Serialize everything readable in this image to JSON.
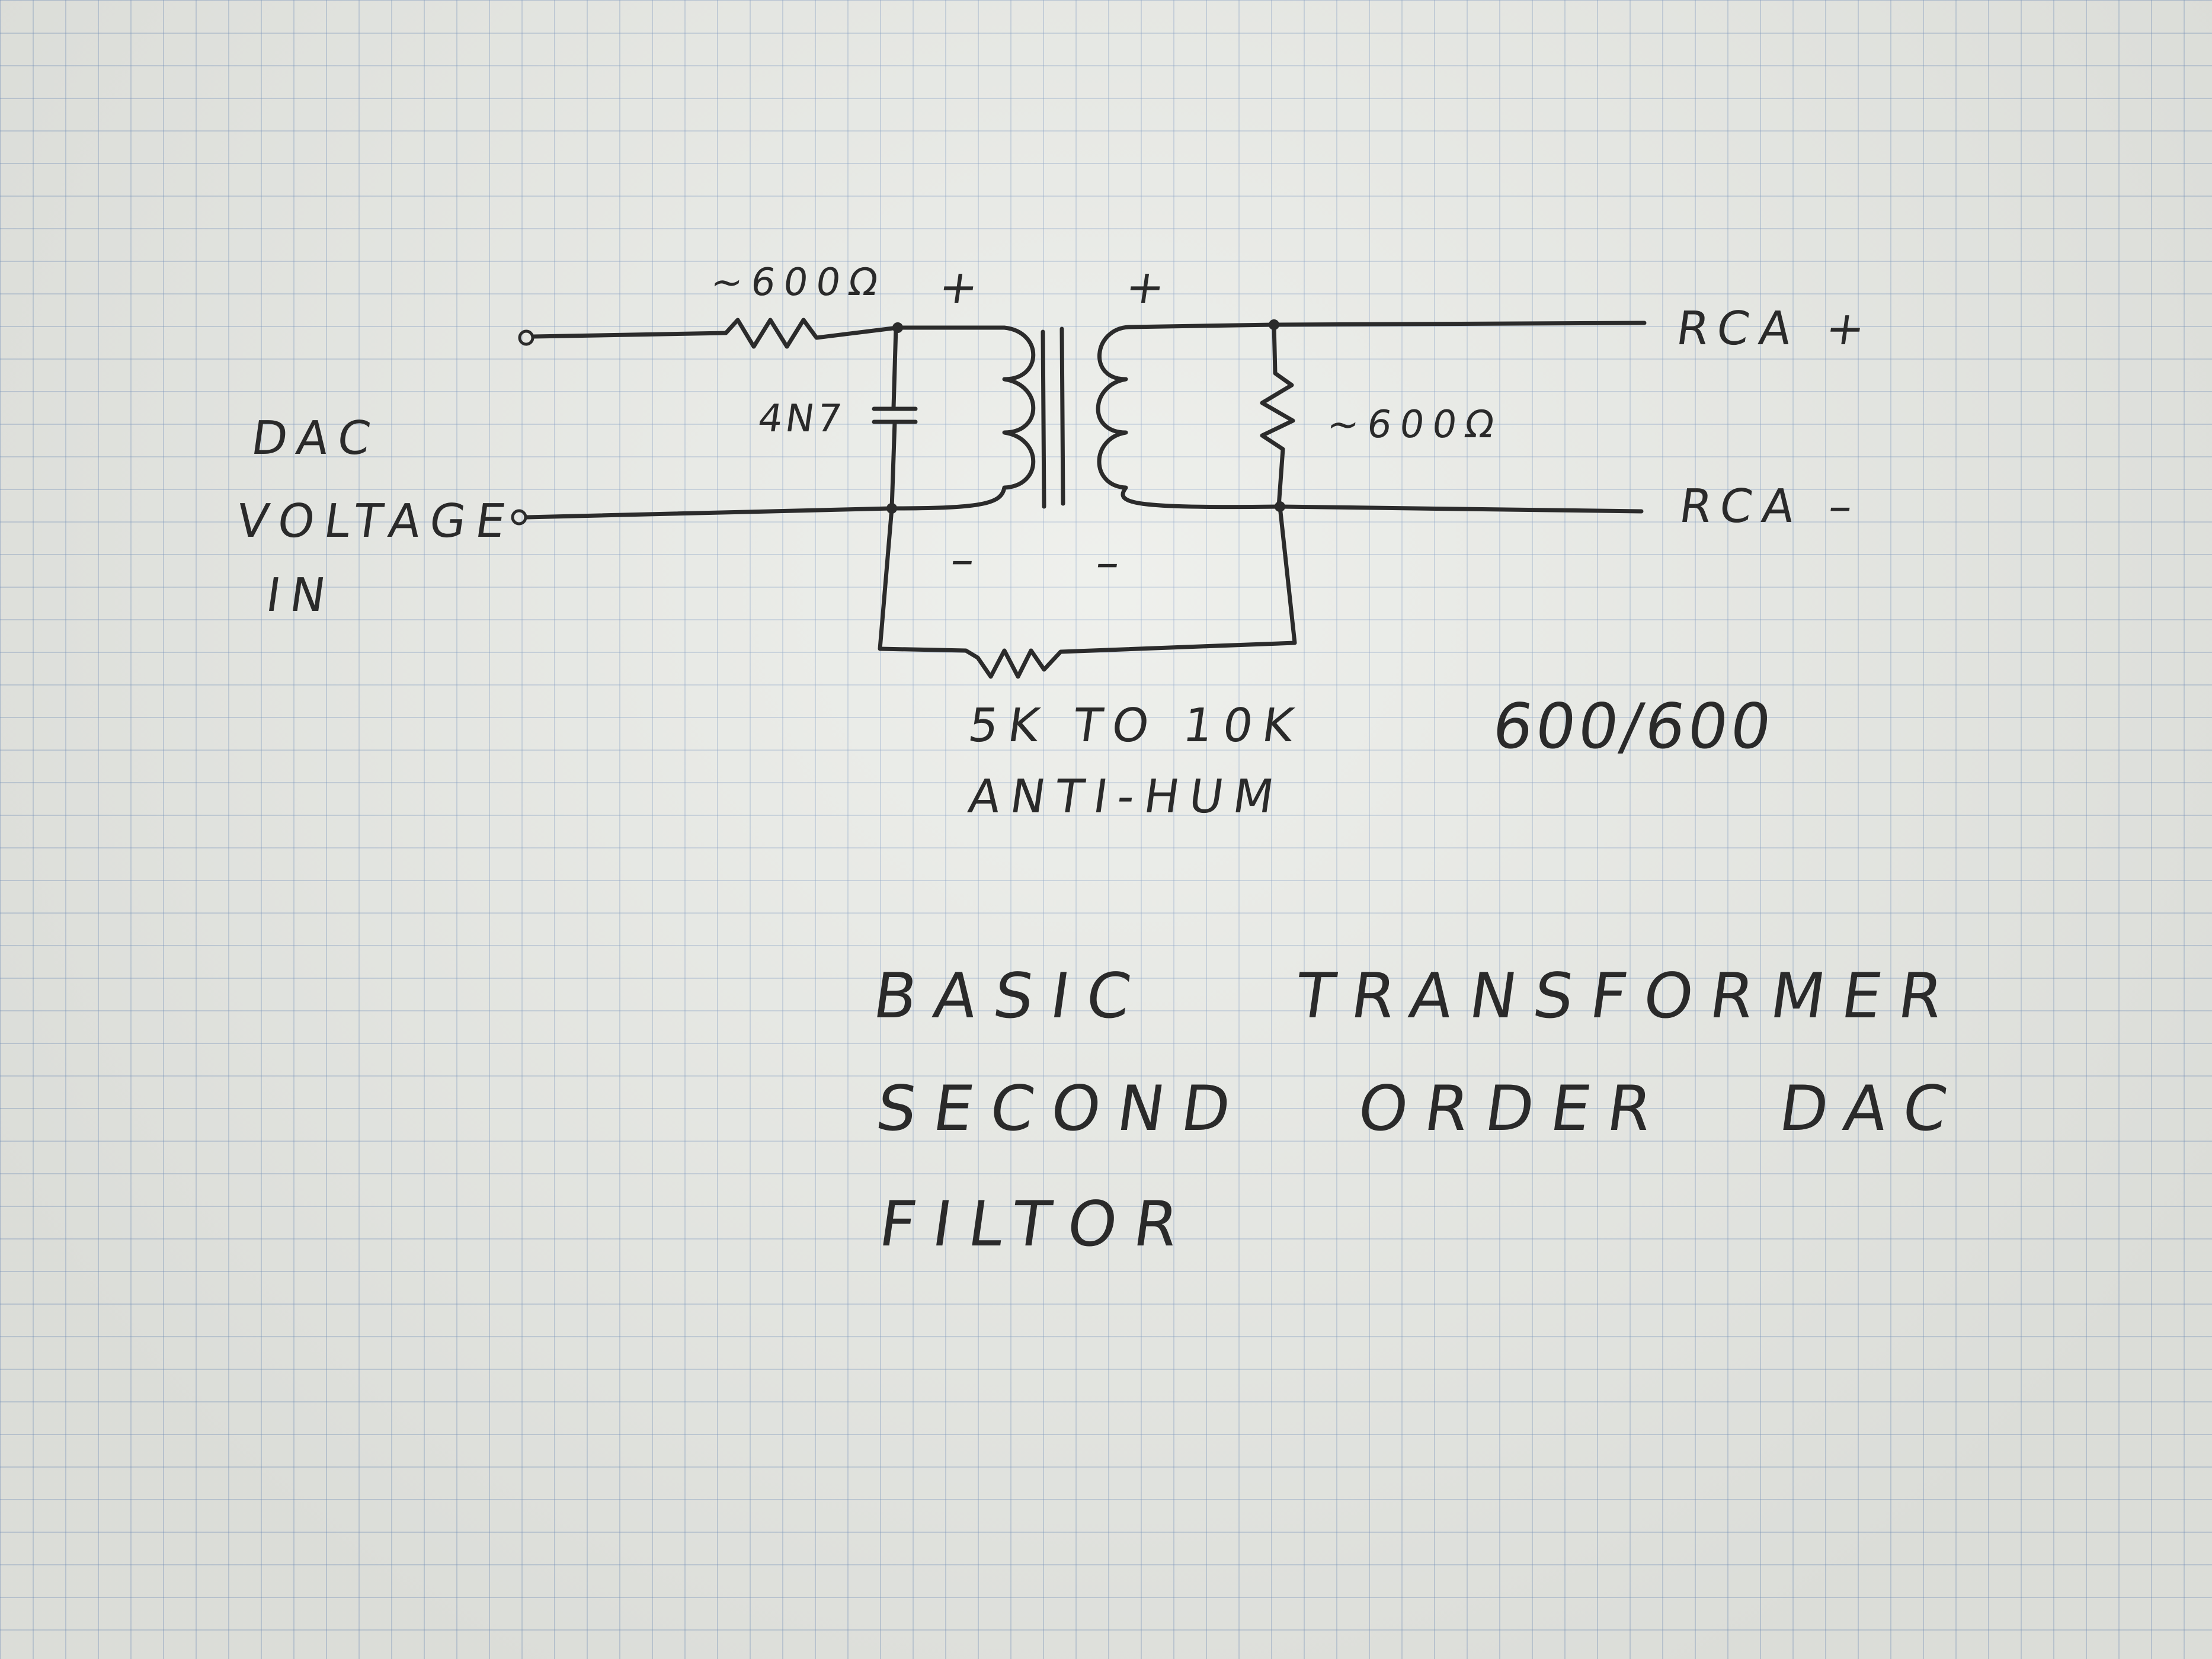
{
  "labels": {
    "input_label_line1": "DAC",
    "input_label_line2": "VOLTAGE",
    "input_label_line3": "IN",
    "series_resistor": "~600Ω",
    "capacitor": "4N7",
    "primary_plus": "+",
    "secondary_plus": "+",
    "primary_minus": "–",
    "secondary_minus": "–",
    "load_resistor": "~600Ω",
    "output_plus": "RCA +",
    "output_minus": "RCA –",
    "antihum_value": "5K TO 10K",
    "antihum_label": "ANTI-HUM",
    "ratio": "600/600"
  },
  "title": {
    "line1": "BASIC    TRANSFORMER",
    "line2": "SECOND   ORDER   DAC",
    "line3": "FILTOR"
  }
}
